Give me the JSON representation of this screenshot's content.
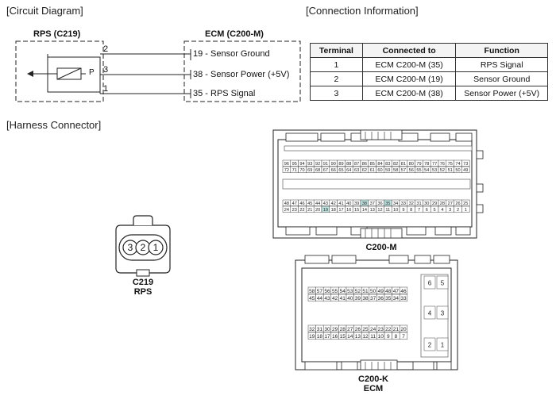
{
  "circuit": {
    "title": "[Circuit Diagram]",
    "rps_label": "RPS (C219)",
    "ecm_label": "ECM (C200-M)",
    "p_label": "P",
    "wires": [
      {
        "left_pin": "2",
        "ecm_text": "19 - Sensor Ground"
      },
      {
        "left_pin": "3",
        "ecm_text": "38 - Sensor Power (+5V)"
      },
      {
        "left_pin": "1",
        "ecm_text": "35 - RPS Signal"
      }
    ]
  },
  "connection": {
    "title": "[Connection Information]",
    "headers": [
      "Terminal",
      "Connected to",
      "Function"
    ],
    "rows": [
      [
        "1",
        "ECM C200-M (35)",
        "RPS Signal"
      ],
      [
        "2",
        "ECM C200-M (19)",
        "Sensor Ground"
      ],
      [
        "3",
        "ECM C200-M (38)",
        "Sensor Power (+5V)"
      ]
    ]
  },
  "harness": {
    "title": "[Harness Connector]",
    "c219": {
      "pins": [
        "3",
        "2",
        "1"
      ],
      "name": "C219",
      "sub": "RPS"
    },
    "c200m": {
      "name": "C200-M",
      "highlighted": [
        "19",
        "35",
        "38"
      ]
    },
    "c200k": {
      "name": "C200-K",
      "sub": "ECM"
    }
  }
}
